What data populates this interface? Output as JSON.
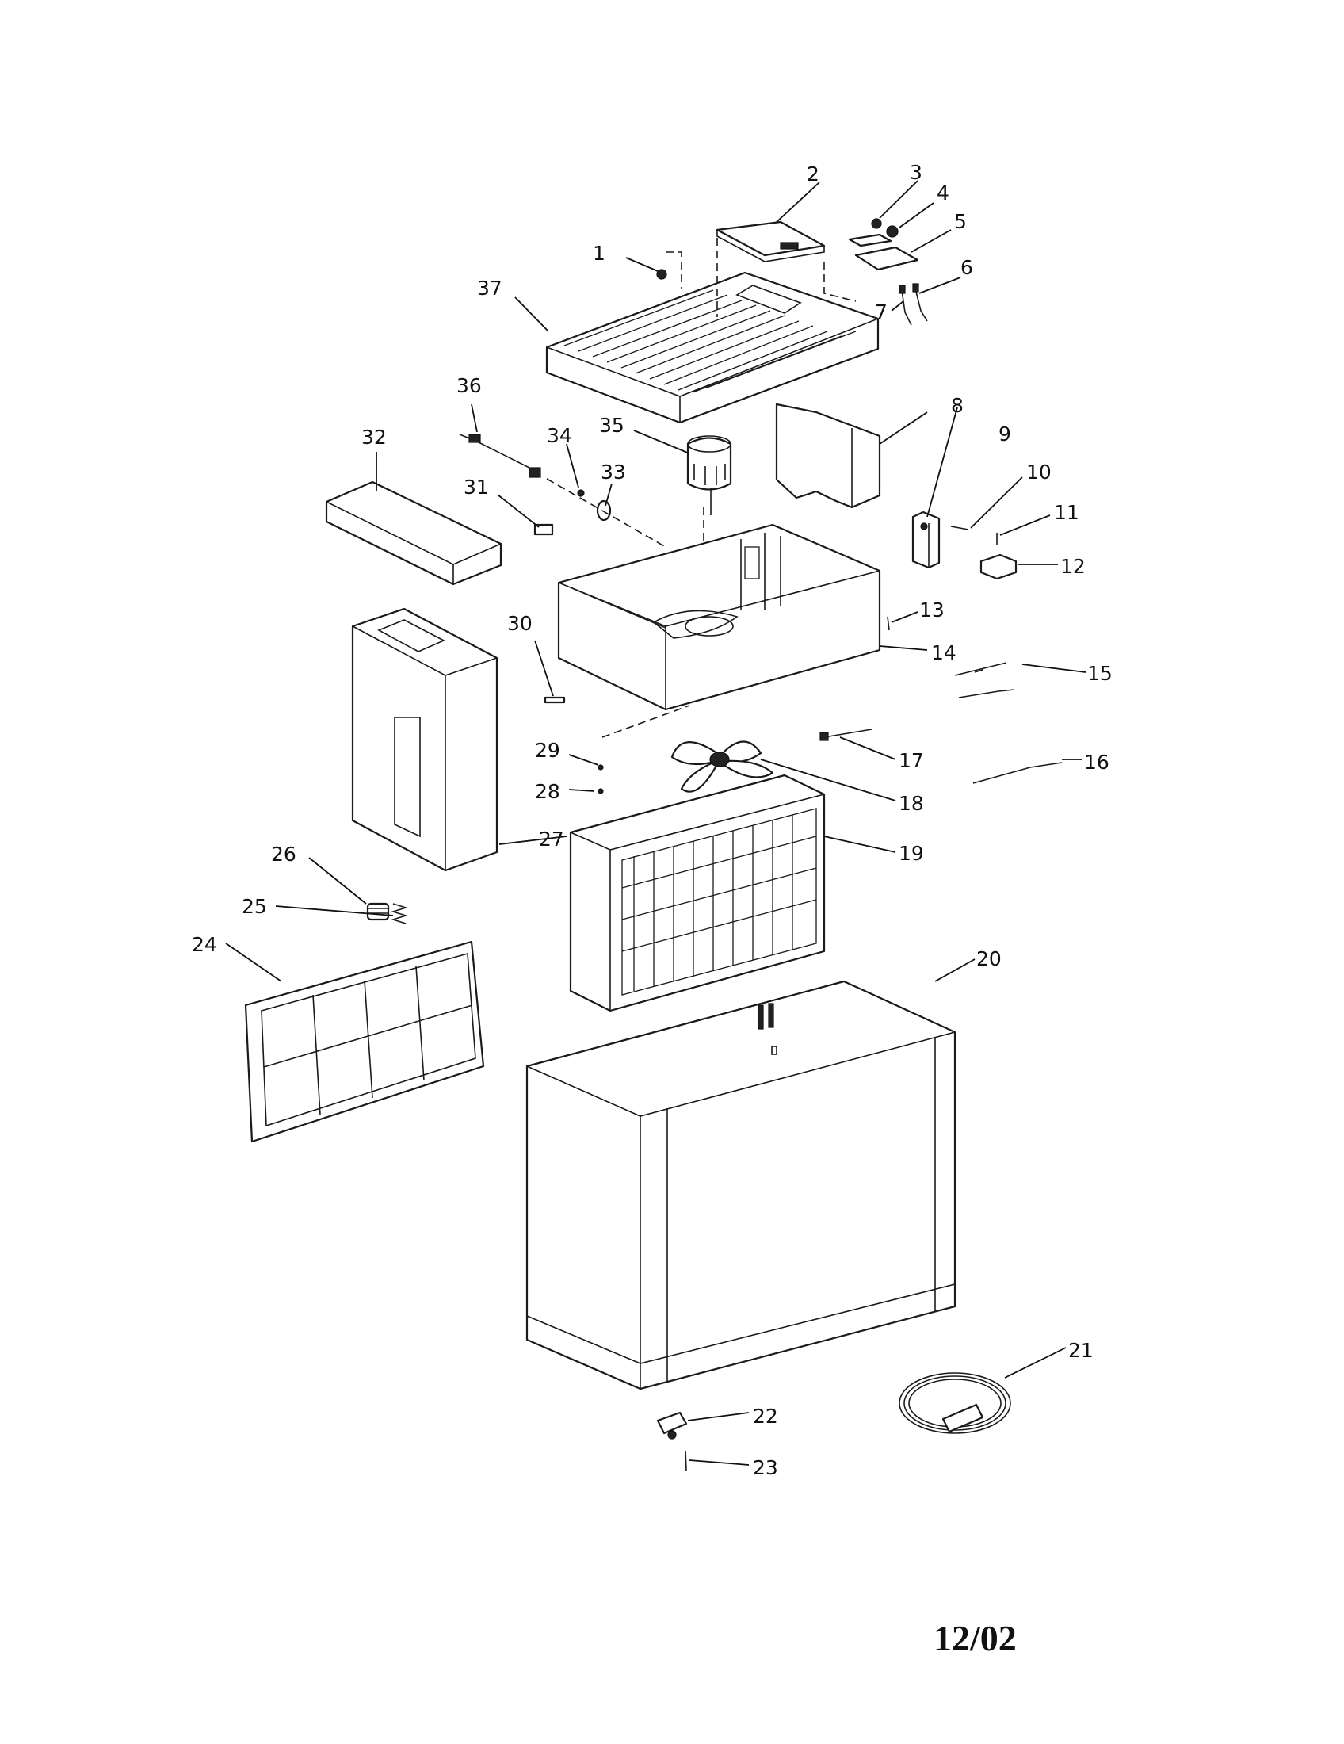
{
  "callouts": [
    "1",
    "2",
    "3",
    "4",
    "5",
    "6",
    "7",
    "8",
    "9",
    "10",
    "11",
    "12",
    "13",
    "14",
    "15",
    "16",
    "17",
    "18",
    "19",
    "20",
    "21",
    "22",
    "23",
    "24",
    "25",
    "26",
    "27",
    "28",
    "29",
    "30",
    "31",
    "32",
    "33",
    "34",
    "35",
    "36",
    "37"
  ],
  "footer": {
    "date": "12/02"
  }
}
